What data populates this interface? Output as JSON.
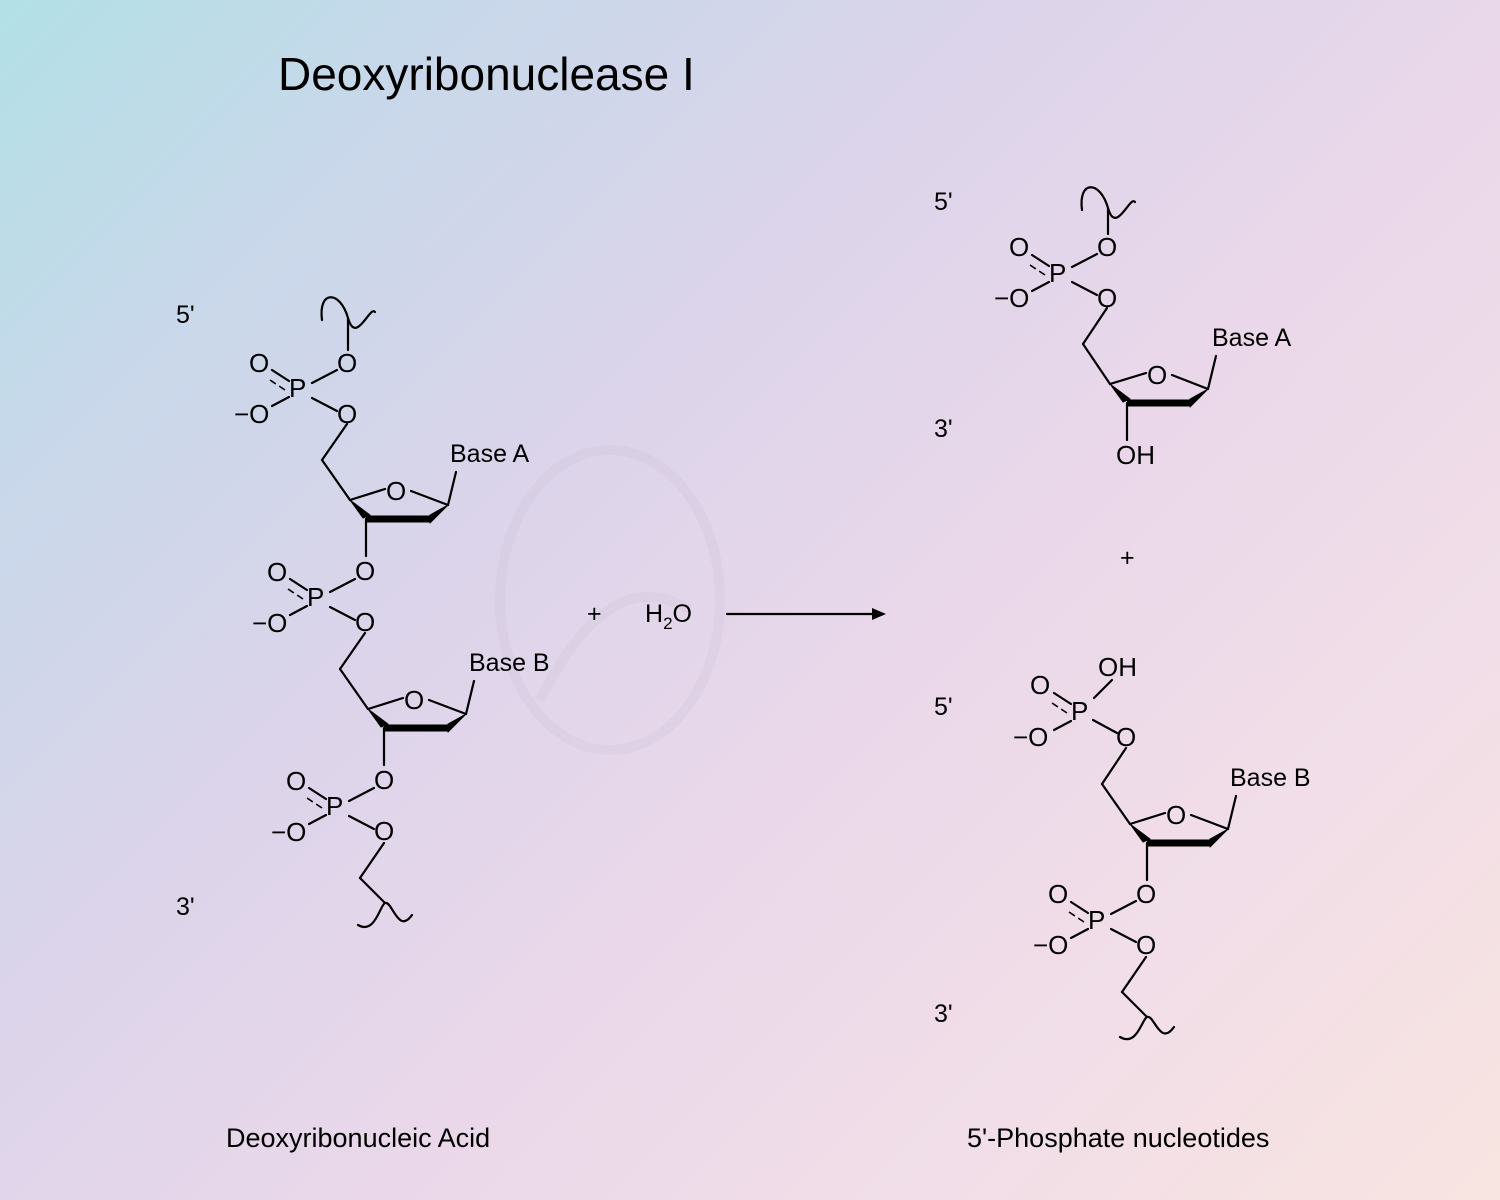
{
  "title": "Deoxyribonuclease I",
  "atoms": {
    "O": "O",
    "P": "P",
    "neg_O": "−O",
    "OH": "OH"
  },
  "reactant": {
    "caption": "Deoxyribonucleic Acid",
    "end_5": "5'",
    "end_3": "3'",
    "base_a": "Base A",
    "base_b": "Base B"
  },
  "reagent": {
    "plus": "+",
    "water_main": "H",
    "water_sub": "2",
    "water_tail": "O"
  },
  "products": {
    "caption": "5'-Phosphate nucleotides",
    "plus": "+",
    "top": {
      "end_5": "5'",
      "end_3": "3'",
      "base": "Base A",
      "oh": "OH"
    },
    "bottom": {
      "end_5": "5'",
      "end_3": "3'",
      "base": "Base B",
      "oh": "OH"
    }
  }
}
